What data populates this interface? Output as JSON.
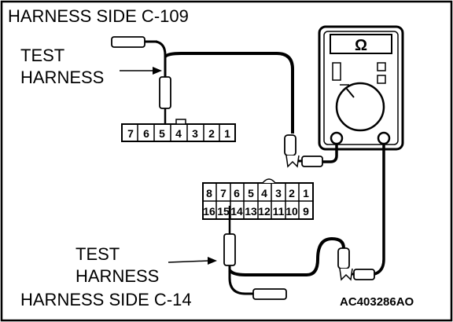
{
  "labels": {
    "harness_side_top": "HARNESS SIDE C-109",
    "test_harness_top_1": "TEST",
    "test_harness_top_2": "HARNESS",
    "test_harness_bottom_1": "TEST",
    "test_harness_bottom_2": "HARNESS",
    "harness_side_bottom": "HARNESS SIDE C-14",
    "figure_code": "AC403286AO"
  },
  "meter": {
    "symbol": "Ω"
  },
  "connector_c109": {
    "pins": [
      "7",
      "6",
      "5",
      "4",
      "3",
      "2",
      "1"
    ]
  },
  "connector_c14": {
    "row_top": [
      "8",
      "7",
      "6",
      "5",
      "4",
      "3",
      "2",
      "1"
    ],
    "row_bottom": [
      "16",
      "15",
      "14",
      "13",
      "12",
      "11",
      "10",
      "9"
    ]
  }
}
